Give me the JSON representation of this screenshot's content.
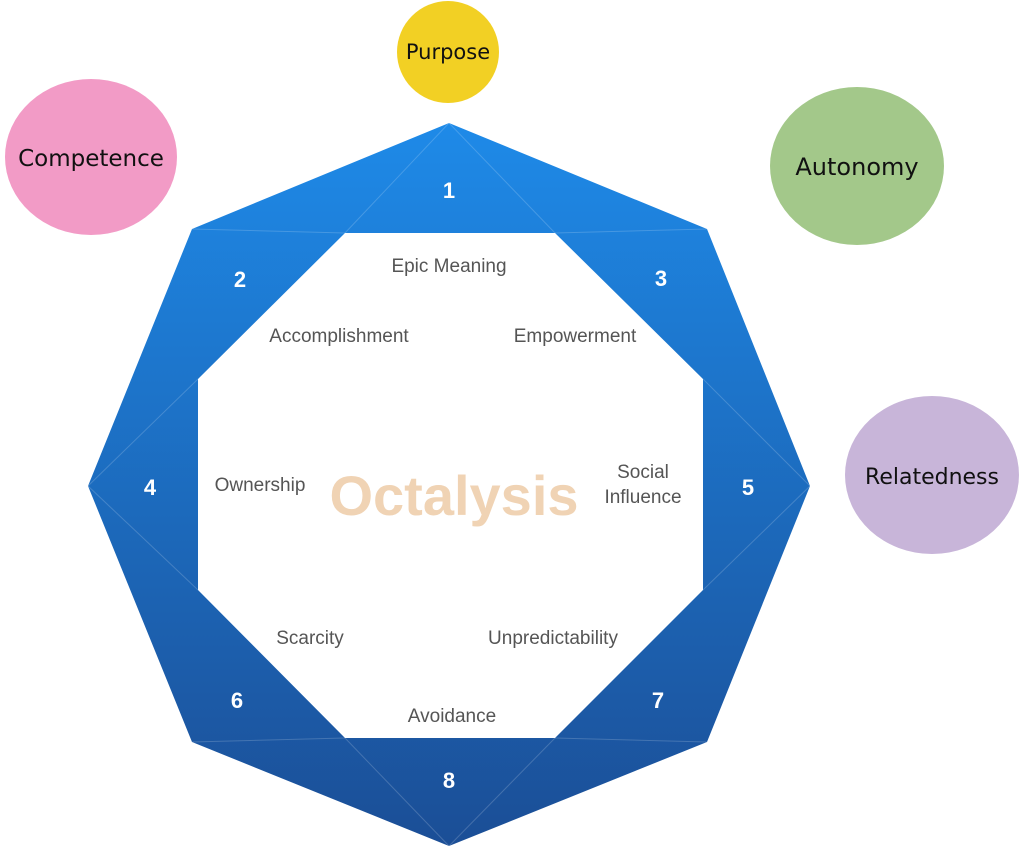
{
  "title": "Octalysis",
  "colors": {
    "octagon_top": "#1E8AE8",
    "octagon_bottom": "#1B4E96",
    "title": "#F0D3B4"
  },
  "outer_circles": [
    {
      "label": "Purpose",
      "color": "#F2D024"
    },
    {
      "label": "Competence",
      "color": "#F29BC6"
    },
    {
      "label": "Autonomy",
      "color": "#A3C88A"
    },
    {
      "label": "Relatedness",
      "color": "#C8B5D9"
    }
  ],
  "segments": [
    {
      "number": "1",
      "drive": "Epic Meaning"
    },
    {
      "number": "2",
      "drive": "Accomplishment"
    },
    {
      "number": "3",
      "drive": "Empowerment"
    },
    {
      "number": "4",
      "drive": "Ownership"
    },
    {
      "number": "5",
      "drive_lines": [
        "Social",
        "Influence"
      ]
    },
    {
      "number": "6",
      "drive": "Scarcity"
    },
    {
      "number": "7",
      "drive": "Unpredictability"
    },
    {
      "number": "8",
      "drive": "Avoidance"
    }
  ]
}
